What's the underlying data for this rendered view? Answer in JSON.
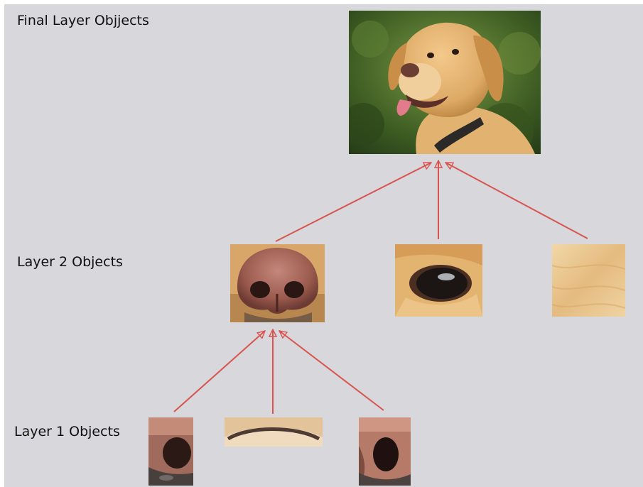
{
  "labels": {
    "final_layer": "Final Layer Objjects",
    "layer2": "Layer 2 Objects",
    "layer1": "Layer 1 Objects"
  },
  "colors": {
    "background": "#d7d7dc",
    "arrow": "#d9534f"
  },
  "levels": [
    {
      "id": "final",
      "items": [
        "dog"
      ]
    },
    {
      "id": "layer2",
      "items": [
        "nose",
        "eye",
        "fur"
      ]
    },
    {
      "id": "layer1",
      "items": [
        "nostril-left",
        "lip",
        "nostril-right"
      ]
    }
  ],
  "edges": [
    {
      "from": "nose",
      "to": "dog"
    },
    {
      "from": "eye",
      "to": "dog"
    },
    {
      "from": "fur",
      "to": "dog"
    },
    {
      "from": "nostril-left",
      "to": "nose"
    },
    {
      "from": "lip",
      "to": "nose"
    },
    {
      "from": "nostril-right",
      "to": "nose"
    }
  ]
}
